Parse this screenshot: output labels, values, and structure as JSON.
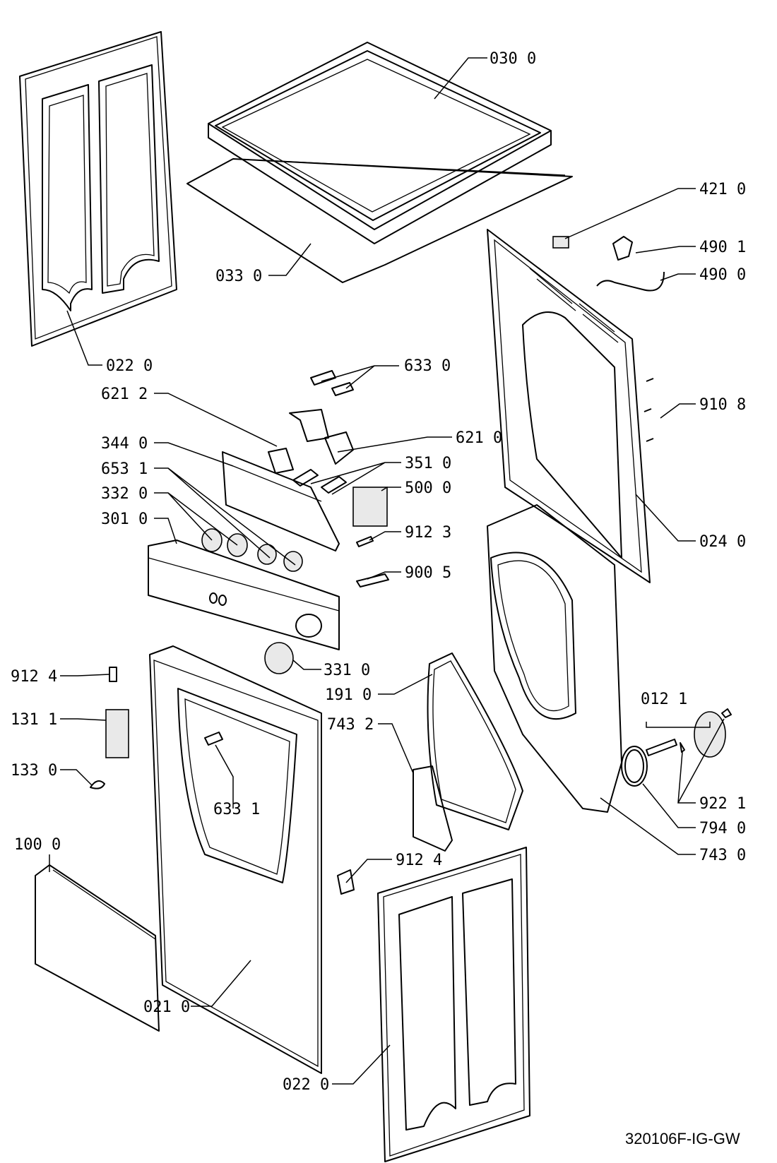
{
  "diagram": {
    "labels": {
      "l030_0": "030 0",
      "l421_0": "421 0",
      "l490_1": "490 1",
      "l490_0": "490 0",
      "l033_0": "033 0",
      "l022_0_top": "022 0",
      "l633_0": "633 0",
      "l621_2": "621 2",
      "l910_8": "910 8",
      "l621_0": "621 0",
      "l344_0": "344 0",
      "l351_0": "351 0",
      "l653_1": "653 1",
      "l500_0": "500 0",
      "l332_0": "332 0",
      "l301_0": "301 0",
      "l912_3": "912 3",
      "l024_0": "024 0",
      "l900_5": "900 5",
      "l912_4_left": "912 4",
      "l331_0": "331 0",
      "l191_0": "191 0",
      "l012_1": "012 1",
      "l131_1": "131 1",
      "l743_2": "743 2",
      "l133_0": "133 0",
      "l922_1": "922 1",
      "l633_1": "633 1",
      "l794_0": "794 0",
      "l100_0": "100 0",
      "l743_0": "743 0",
      "l912_4_mid": "912 4",
      "l021_0": "021 0",
      "l022_0_bottom": "022 0"
    },
    "drawing_code": "320106F-IG-GW"
  }
}
